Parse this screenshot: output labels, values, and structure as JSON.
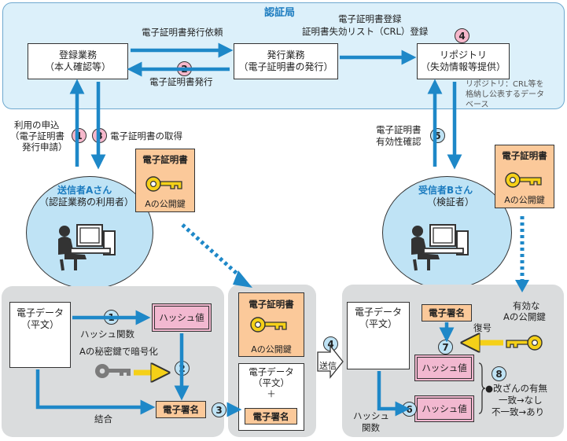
{
  "authority": {
    "title": "認証局",
    "registration": {
      "line1": "登録業務",
      "line2": "（本人確認等）"
    },
    "issuance": {
      "line1": "発行業務",
      "line2": "（電子証明書の発行）"
    },
    "repository": {
      "line1": "リポジトリ",
      "line2": "（失効情報等提供）"
    },
    "label_issue_request": "電子証明書発行依頼",
    "label_issue": "電子証明書発行",
    "label_register_1": "電子証明書登録",
    "label_register_2": "証明書失効リスト（CRL）登録",
    "repo_note_1": "リポジトリ：CRL等を",
    "repo_note_2": "格納し公表するデータ",
    "repo_note_3": "ベース",
    "num_2": "2",
    "num_4": "4"
  },
  "sender_side": {
    "apply_1": "利用の申込",
    "apply_2": "（電子証明書",
    "apply_3": "発行申請）",
    "obtain": "電子証明書の取得",
    "num_1": "1",
    "num_3": "3",
    "sender_name": "送信者Aさん",
    "sender_role": "（認証業務の利用者）",
    "cert_title": "電子証明書",
    "cert_key": "Aの公開鍵"
  },
  "receiver_side": {
    "validity_1": "電子証明書",
    "validity_2": "有効性確認",
    "num_5": "5",
    "receiver_name": "受信者Bさん",
    "receiver_role": "（検証者）",
    "cert_title": "電子証明書",
    "cert_key": "Aの公開鍵"
  },
  "signing": {
    "data_1": "電子データ",
    "data_2": "（平文）",
    "hash_fn_1": "ハッシュ関数",
    "hash_value": "ハッシュ値",
    "private_key": "Aの秘密鍵で暗号化",
    "combine": "結合",
    "signature": "電子署名",
    "num_1": "1",
    "num_2": "2",
    "num_3": "3"
  },
  "package": {
    "cert_title": "電子証明書",
    "cert_key": "Aの公開鍵",
    "data_1": "電子データ",
    "data_2": "（平文）",
    "plus": "＋",
    "signature": "電子署名"
  },
  "transfer": {
    "label": "送信",
    "num_4": "4"
  },
  "verify": {
    "data_1": "電子データ",
    "data_2": "（平文）",
    "signature": "電子署名",
    "decrypt": "復号",
    "valid_key_1": "有効な",
    "valid_key_2": "Aの公開鍵",
    "hash_value_1": "ハッシュ値",
    "hash_value_2": "ハッシュ値",
    "hash_fn_1": "ハッシュ",
    "hash_fn_2": "関数",
    "result_1": "●改ざんの有無",
    "result_2": "一致→なし",
    "result_3": "不一致→あり",
    "num_6": "6",
    "num_7": "7",
    "num_8": "8"
  },
  "colors": {
    "light_blue": "#dcf0fa",
    "blue_panel": "#bfe3f5",
    "arrow_blue": "#1e88c8",
    "title_blue": "#1b7bbf",
    "orange": "#fbc99a",
    "pink": "#f2b8d0",
    "yellow": "#f5d018",
    "gray": "#dadcdd"
  },
  "icons": [
    "key-icon",
    "computer-user-icon",
    "dotted-arrow"
  ]
}
